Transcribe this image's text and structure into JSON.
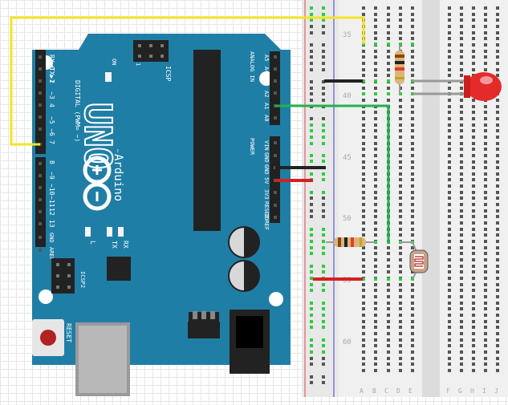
{
  "board": {
    "brand": "UNO",
    "name": "Arduino",
    "tm": "™",
    "on_label": "ON",
    "icsp_label": "ICSP",
    "icsp2_label": "ICSP2",
    "one_label": "1",
    "reset_label": "RESET",
    "l_label": "L",
    "tx_label": "TX",
    "rx_label": "RX",
    "digital_label": "DIGITAL (PWM= ~)",
    "analog_label": "ANALOG IN",
    "power_label": "POWER",
    "digital_pins": [
      "RX◀0",
      "TX▶1",
      "2",
      "~3",
      "4",
      "~5",
      "~6",
      "7",
      "8",
      "~9",
      "~10",
      "~11",
      "12",
      "13",
      "GND",
      "AREF"
    ],
    "analog_pins": [
      "A5",
      "A4",
      "A3",
      "A2",
      "A1",
      "A0"
    ],
    "power_pins": [
      "VIN",
      "GND",
      "GND",
      "5V",
      "3V3",
      "RESET",
      "IOREF"
    ],
    "colors": {
      "board": "#1f7ea5",
      "dark": "#1a6b8c",
      "header": "#222222"
    }
  },
  "breadboard": {
    "row_numbers": [
      "35",
      "40",
      "45",
      "50",
      "55",
      "60"
    ],
    "column_letters": [
      "A",
      "B",
      "C",
      "D",
      "E",
      "F",
      "G",
      "H",
      "I",
      "J"
    ],
    "colors": {
      "rail_red": "#e04646",
      "rail_blue": "#3d3dcf",
      "active_hole": "#2ecc40"
    }
  },
  "wire_colors": {
    "yellow": "#f2e526",
    "green": "#22b14c",
    "black": "#222222",
    "red": "#d62020",
    "gray": "#9a9a9a"
  },
  "components": [
    "resistor",
    "resistor",
    "led",
    "photoresistor"
  ]
}
